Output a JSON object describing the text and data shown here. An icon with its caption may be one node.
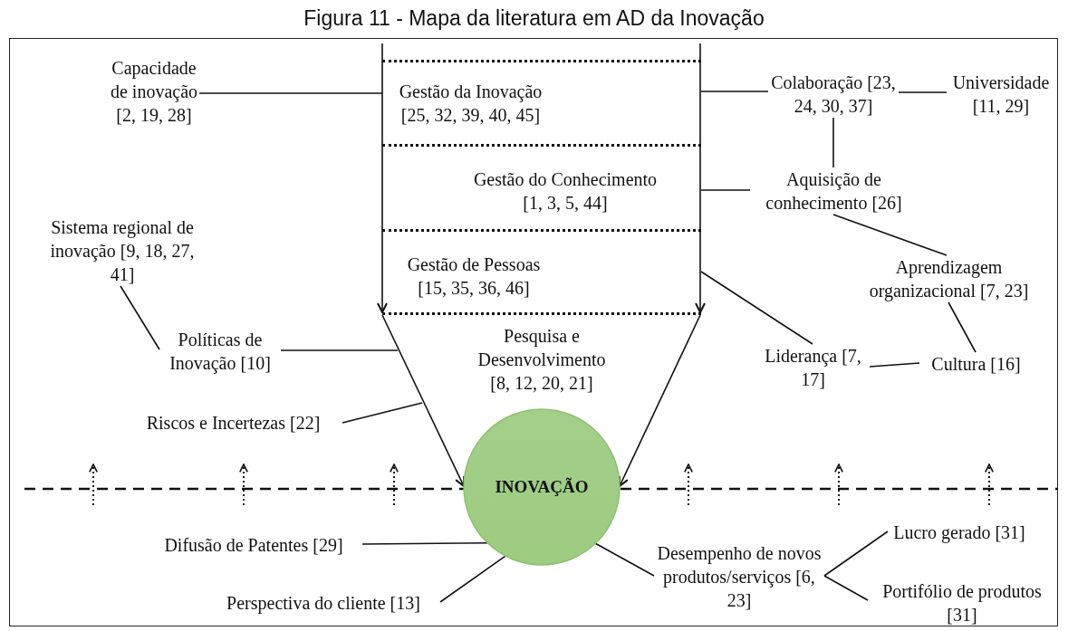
{
  "diagram": {
    "title": "Figura 11 - Mapa da literatura em AD da Inovação",
    "nodes": [
      {
        "text": [
          "Gestão da Inovação [25, 32, 39, 40, 45]"
        ]
      },
      {
        "text": [
          "Gestão do Conhecimento [1, 3, 5, 44]"
        ]
      },
      {
        "text": [
          "Gestão de Pessoas [15, 35, 36, 46]"
        ]
      },
      {
        "text": [
          "Pesquisa e Desenvolvimento [8, 12, 20, 21]"
        ]
      },
      {
        "text": [
          "INOVAÇÃO"
        ]
      },
      {
        "text": [
          "Capacidade de inovação [2, 19, 28]"
        ]
      },
      {
        "text": [
          "Colaboração [23, 24, 30, 37]"
        ]
      },
      {
        "text": [
          "Universidade [11, 29]"
        ]
      },
      {
        "text": [
          "Aquisição de conhecimento [26]"
        ]
      },
      {
        "text": [
          "Sistema regional de inovação [9, 18, 27, 41]"
        ]
      },
      {
        "text": [
          "Aprendizagem organizacional [7, 23]"
        ]
      },
      {
        "text": [
          "Políticas de Inovação [10]"
        ]
      },
      {
        "text": [
          "Liderança [7, 17]"
        ]
      },
      {
        "text": [
          "Cultura [16]"
        ]
      },
      {
        "text": [
          "Riscos e Incertezas [22]"
        ]
      },
      {
        "text": [
          "Lucro gerado [31]"
        ]
      },
      {
        "text": [
          "Difusão de Patentes [29]"
        ]
      },
      {
        "text": [
          "Desempenho de novos produtos/serviços [6, 23]"
        ]
      },
      {
        "text": [
          "Portifólio de produtos [31]"
        ]
      },
      {
        "text": [
          "Perspectiva do cliente [13]"
        ]
      }
    ],
    "edges": [
      {
        "from": null,
        "to": 3,
        "arrow": "to"
      },
      {
        "from": null,
        "to": 3,
        "arrow": "to"
      },
      {
        "from": 3,
        "to": 4,
        "arrow": "to"
      },
      {
        "from": 3,
        "to": 4,
        "arrow": "to"
      },
      {
        "from": 5,
        "to": 0,
        "arrow": "none"
      },
      {
        "from": 0,
        "to": 6,
        "arrow": "none"
      },
      {
        "from": 6,
        "to": 7,
        "arrow": "none"
      },
      {
        "from": 6,
        "to": 8,
        "arrow": "none"
      },
      {
        "from": 1,
        "to": 8,
        "arrow": "none"
      },
      {
        "from": 8,
        "to": 10,
        "arrow": "none"
      },
      {
        "from": 10,
        "to": 13,
        "arrow": "none"
      },
      {
        "from": 13,
        "to": 12,
        "arrow": "none"
      },
      {
        "from": 2,
        "to": 12,
        "arrow": "none"
      },
      {
        "from": 9,
        "to": 11,
        "arrow": "none"
      },
      {
        "from": 11,
        "to": 3,
        "arrow": "none"
      },
      {
        "from": 14,
        "to": 3,
        "arrow": "none"
      },
      {
        "from": 16,
        "to": 4,
        "arrow": "none"
      },
      {
        "from": 19,
        "to": 4,
        "arrow": "none"
      },
      {
        "from": 4,
        "to": 17,
        "arrow": "none"
      },
      {
        "from": 17,
        "to": 15,
        "arrow": "none"
      },
      {
        "from": 17,
        "to": 18,
        "arrow": "none"
      }
    ]
  }
}
